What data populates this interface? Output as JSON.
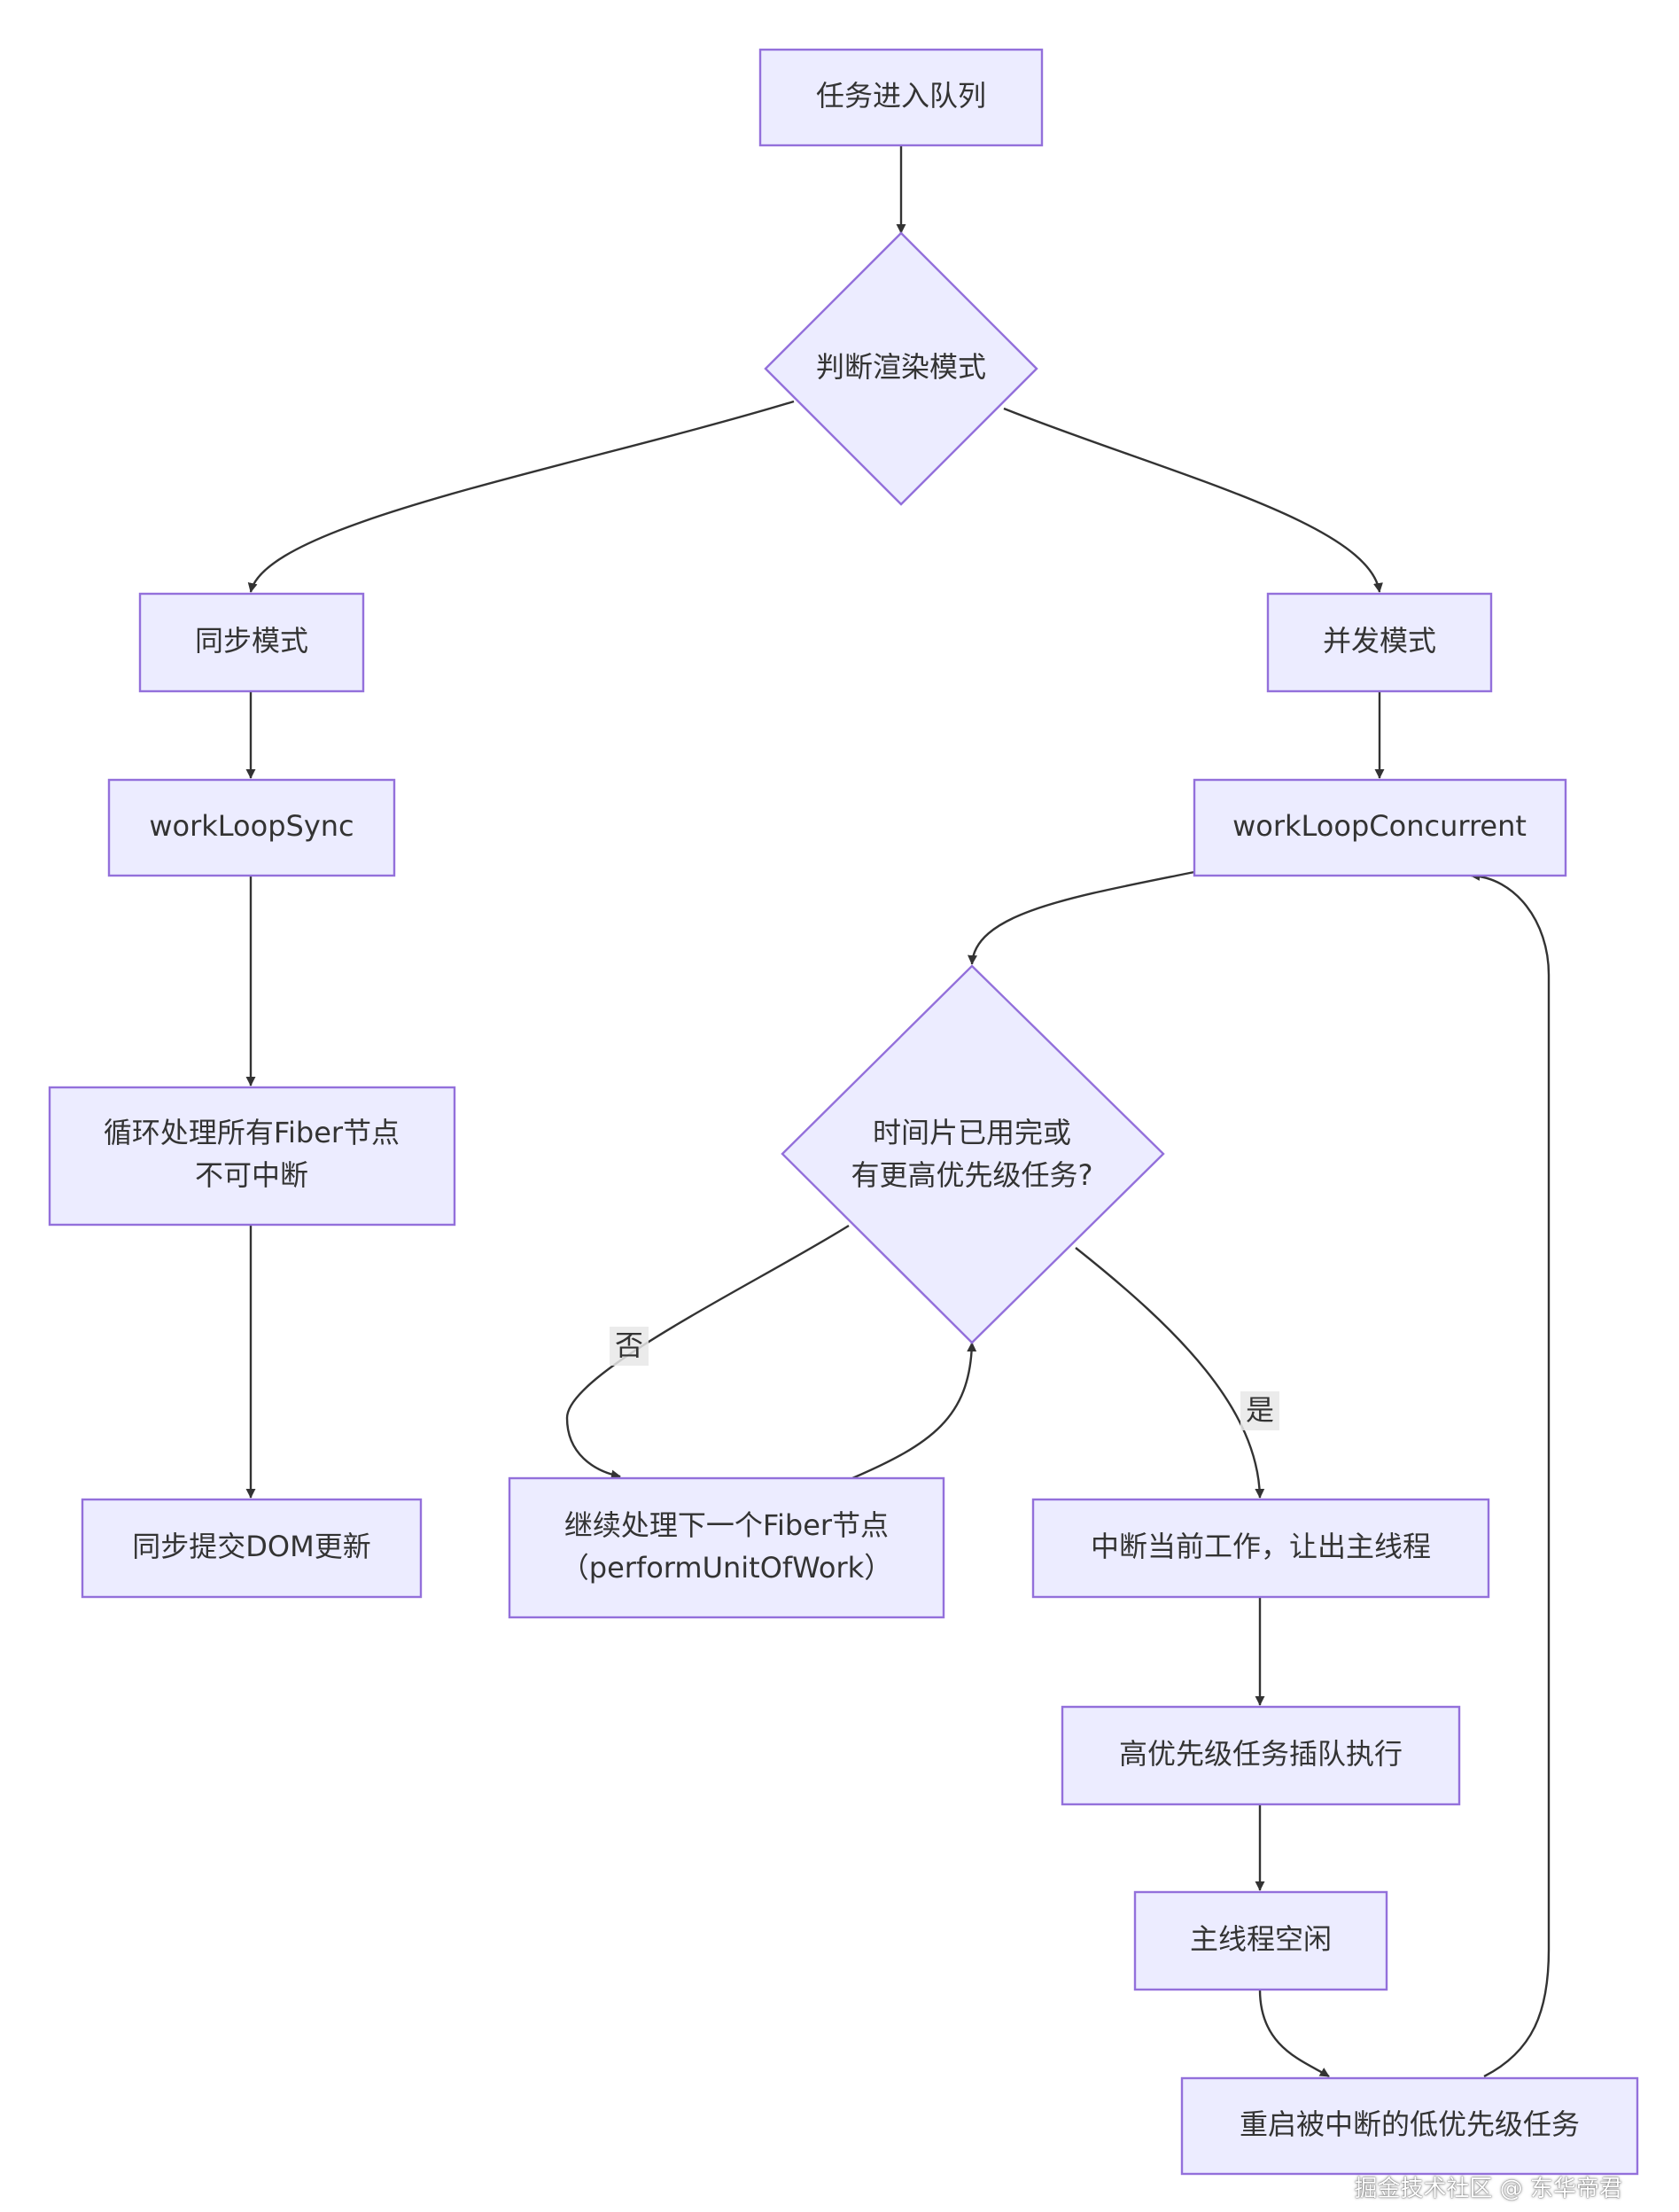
{
  "nodes": {
    "enqueue": "任务进入队列",
    "mode_check": "判断渲染模式",
    "sync_mode": "同步模式",
    "concurrent_mode": "并发模式",
    "work_loop_sync": "workLoopSync",
    "work_loop_concurrent": "workLoopConcurrent",
    "sync_process": [
      "循环处理所有Fiber节点",
      "不可中断"
    ],
    "time_check": [
      "时间片已用完或",
      "有更高优先级任务?"
    ],
    "sync_commit": "同步提交DOM更新",
    "continue_next": [
      "继续处理下一个Fiber节点",
      "（performUnitOfWork）"
    ],
    "interrupt": "中断当前工作，让出主线程",
    "high_priority": "高优先级任务插队执行",
    "idle": "主线程空闲",
    "restart": "重启被中断的低优先级任务"
  },
  "edge_labels": {
    "no": "否",
    "yes": "是"
  },
  "watermark": "掘金技术社区 @ 东华帝君",
  "colors": {
    "node_fill": "#ececff",
    "node_stroke": "#9370db",
    "edge": "#333333",
    "text": "#333333"
  }
}
